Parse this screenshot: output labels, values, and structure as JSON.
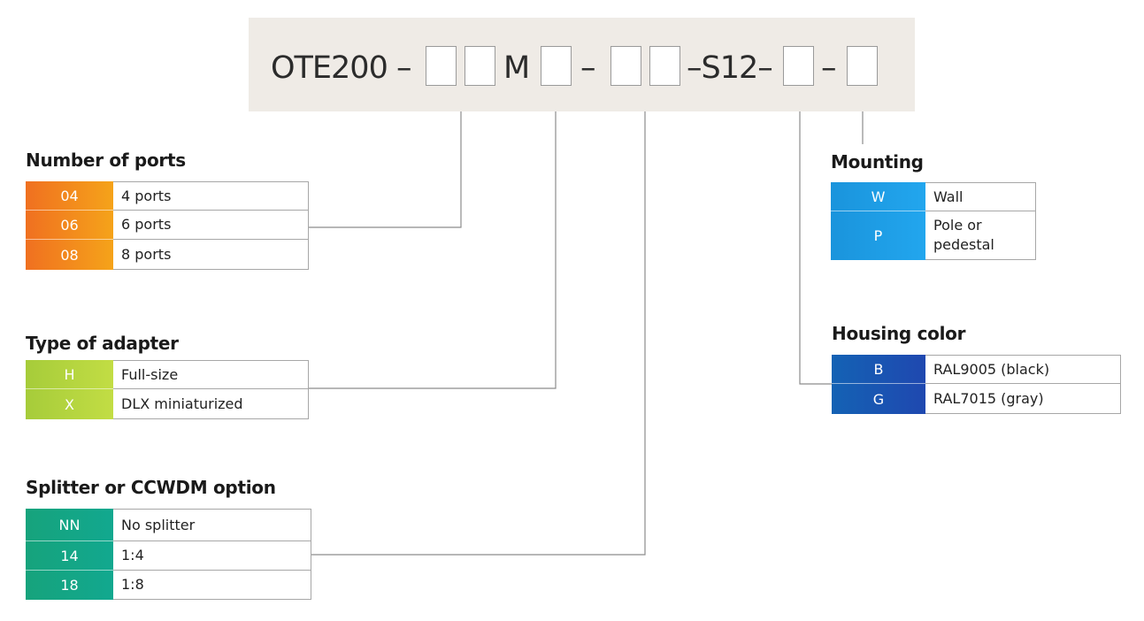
{
  "code": {
    "prefix": "OTE200 –",
    "m": "M",
    "dash1": "–",
    "s12": "–S12–",
    "dash2": "–"
  },
  "sections": {
    "ports": {
      "title": "Number of ports",
      "rows": [
        {
          "code": "04",
          "label": "4 ports"
        },
        {
          "code": "06",
          "label": "6 ports"
        },
        {
          "code": "08",
          "label": "8 ports"
        }
      ],
      "colors": [
        "#f07020",
        "#f5a31a"
      ]
    },
    "adapter": {
      "title": "Type of adapter",
      "rows": [
        {
          "code": "H",
          "label": "Full-size"
        },
        {
          "code": "X",
          "label": "DLX miniaturized"
        }
      ],
      "colors": [
        "#a6cc3a",
        "#c2dd44"
      ]
    },
    "splitter": {
      "title": "Splitter or CCWDM option",
      "rows": [
        {
          "code": "NN",
          "label": "No splitter"
        },
        {
          "code": "14",
          "label": "1:4"
        },
        {
          "code": "18",
          "label": "1:8"
        }
      ],
      "colors": [
        "#16a37c",
        "#12a88f"
      ]
    },
    "mounting": {
      "title": "Mounting",
      "rows": [
        {
          "code": "W",
          "label": "Wall"
        },
        {
          "code": "P",
          "label": "Pole or pedestal"
        }
      ],
      "colors": [
        "#1a94dc",
        "#22a6ee"
      ]
    },
    "housing": {
      "title": "Housing color",
      "rows": [
        {
          "code": "B",
          "label": "RAL9005 (black)"
        },
        {
          "code": "G",
          "label": "RAL7015 (gray)"
        }
      ],
      "colors": [
        "#1462b4",
        "#1f48b0"
      ]
    }
  }
}
